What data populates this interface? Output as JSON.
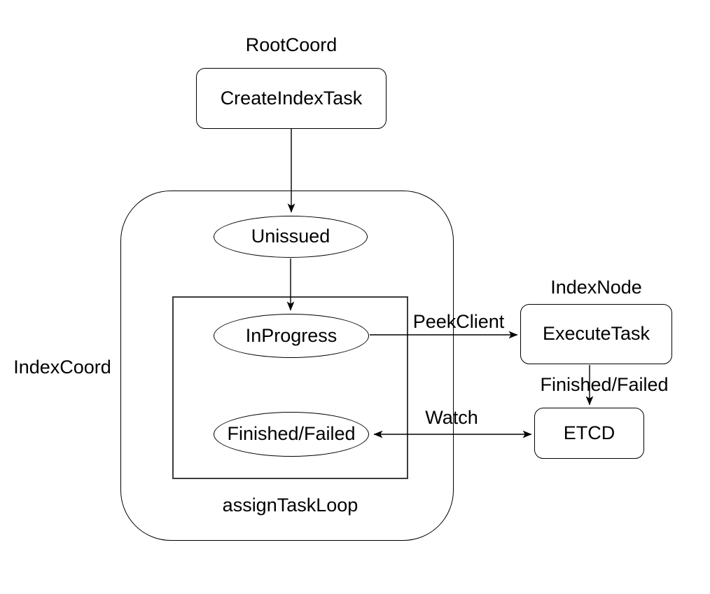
{
  "diagram": {
    "background_color": "#ffffff",
    "stroke_color": "#000000",
    "text_color": "#000000",
    "groups": {
      "root_coord": {
        "label": "RootCoord"
      },
      "index_coord": {
        "label": "IndexCoord"
      },
      "index_node": {
        "label": "IndexNode"
      },
      "assign_task_loop": {
        "label": "assignTaskLoop"
      }
    },
    "nodes": {
      "create_index_task": {
        "label": "CreateIndexTask",
        "shape": "rounded-rectangle",
        "group": "root_coord"
      },
      "unissued": {
        "label": "Unissued",
        "shape": "ellipse",
        "group": "index_coord"
      },
      "in_progress": {
        "label": "InProgress",
        "shape": "ellipse",
        "group": "assign_task_loop"
      },
      "finished_failed": {
        "label": "Finished/Failed",
        "shape": "ellipse",
        "group": "assign_task_loop"
      },
      "execute_task": {
        "label": "ExecuteTask",
        "shape": "rounded-rectangle",
        "group": "index_node"
      },
      "etcd": {
        "label": "ETCD",
        "shape": "rounded-rectangle",
        "group": ""
      }
    },
    "edges": [
      {
        "from": "create_index_task",
        "to": "unissued",
        "label": "",
        "bidirectional": false
      },
      {
        "from": "unissued",
        "to": "in_progress",
        "label": "",
        "bidirectional": false
      },
      {
        "from": "in_progress",
        "to": "execute_task",
        "label": "PeekClient",
        "bidirectional": false
      },
      {
        "from": "execute_task",
        "to": "etcd",
        "label": "Finished/Failed",
        "bidirectional": false
      },
      {
        "from": "etcd",
        "to": "finished_failed",
        "label": "Watch",
        "bidirectional": true
      }
    ]
  }
}
